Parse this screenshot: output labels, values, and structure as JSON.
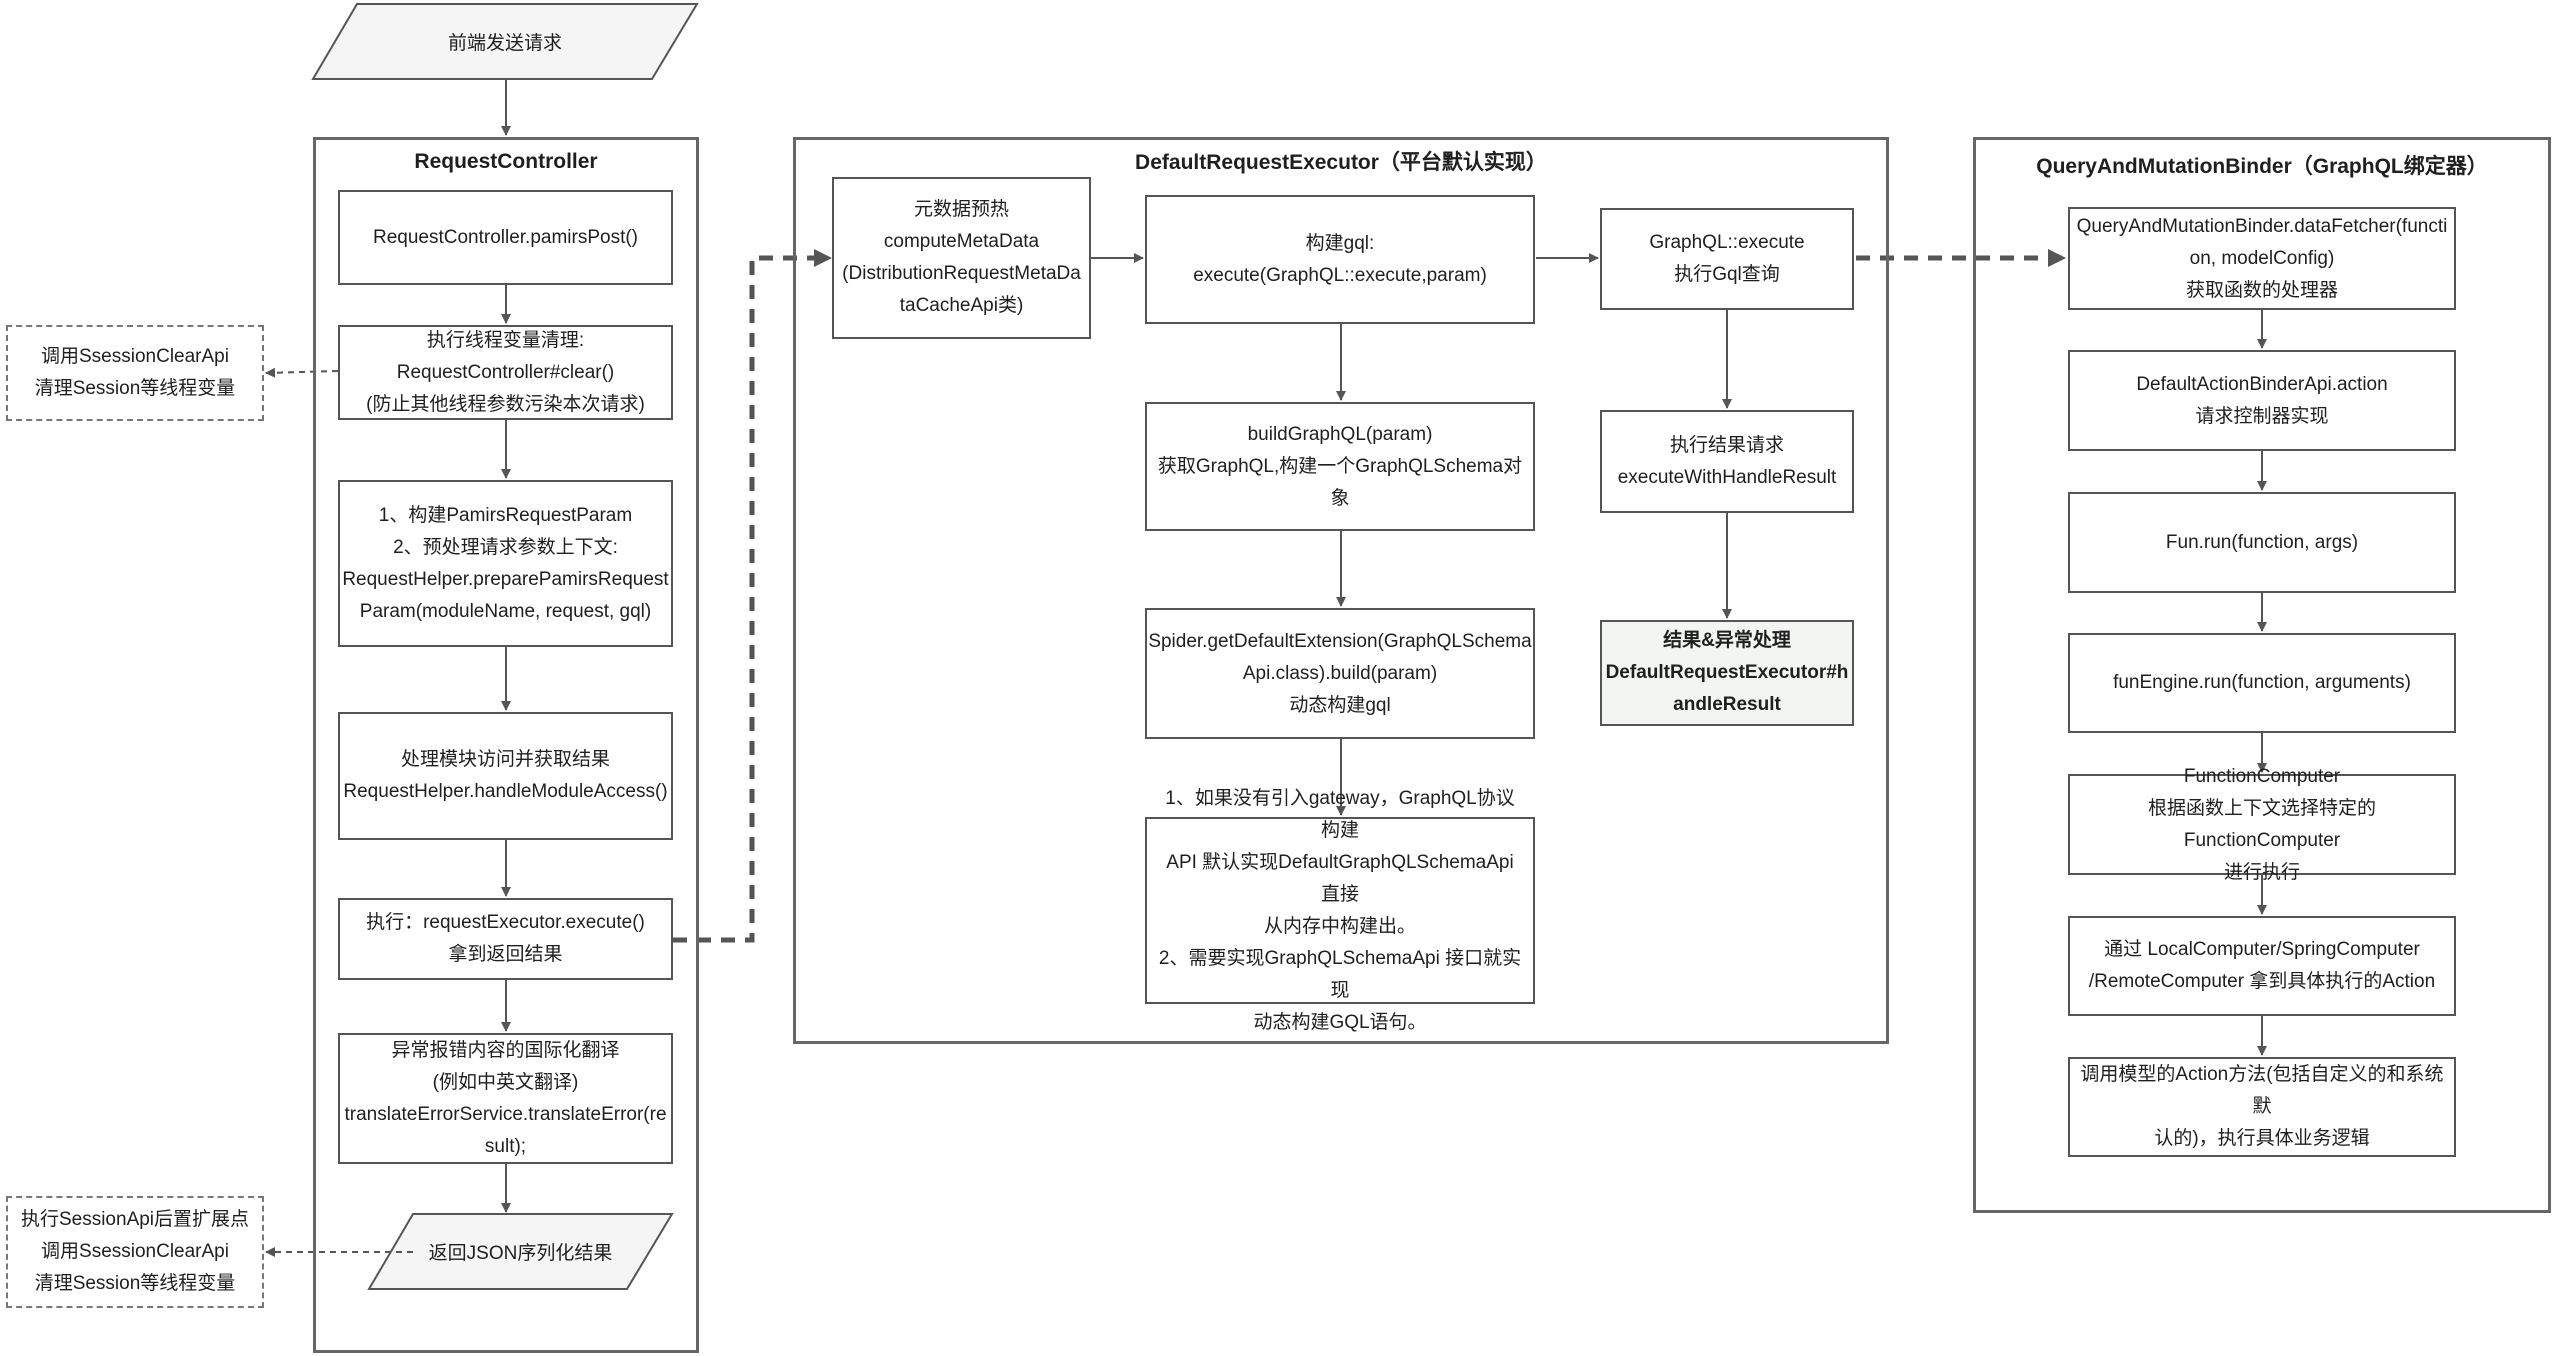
{
  "start": "前端发送请求",
  "end": "返回JSON序列化结果",
  "containers": {
    "controller": "RequestController",
    "executor": "DefaultRequestExecutor（平台默认实现）",
    "binder": "QueryAndMutationBinder（GraphQL绑定器）"
  },
  "controller_steps": [
    "RequestController.pamirsPost()",
    "执行线程变量清理:\nRequestController#clear()\n(防止其他线程参数污染本次请求)",
    "1、构建PamirsRequestParam\n2、预处理请求参数上下文:\nRequestHelper.preparePamirsRequest\nParam(moduleName, request, gql)",
    "处理模块访问并获取结果\nRequestHelper.handleModuleAccess()",
    "执行：requestExecutor.execute()\n拿到返回结果",
    "异常报错内容的国际化翻译\n(例如中英文翻译)\ntranslateErrorService.translateError(re\nsult);"
  ],
  "notes": {
    "clear": "调用SsessionClearApi\n清理Session等线程变量",
    "post": "执行SessionApi后置扩展点\n调用SsessionClearApi\n清理Session等线程变量"
  },
  "executor_steps": {
    "meta": "元数据预热\ncomputeMetaData\n(DistributionRequestMetaDa\ntaCacheApi类)",
    "build_gql": "构建gql:\nexecute(GraphQL::execute,param)",
    "gql_execute": "GraphQL::execute\n执行Gql查询",
    "build_graphql": "buildGraphQL(param)\n获取GraphQL,构建一个GraphQLSchema对象",
    "spider": "Spider.getDefaultExtension(GraphQLSchema\nApi.class).build(param)\n动态构建gql",
    "gateway": "1、如果没有引入gateway，GraphQL协议构建\nAPI 默认实现DefaultGraphQLSchemaApi直接\n从内存中构建出。\n2、需要实现GraphQLSchemaApi 接口就实现\n动态构建GQL语句。",
    "exec_result": "执行结果请求\nexecuteWithHandleResult",
    "handle_result": "结果&异常处理\nDefaultRequestExecutor#h\nandleResult"
  },
  "binder_steps": [
    "QueryAndMutationBinder.dataFetcher(functi\non, modelConfig)\n获取函数的处理器",
    "DefaultActionBinderApi.action\n请求控制器实现",
    "Fun.run(function, args)",
    "funEngine.run(function, arguments)",
    "FunctionComputer\n根据函数上下文选择特定的FunctionComputer\n进行执行",
    "通过 LocalComputer/SpringComputer\n/RemoteComputer 拿到具体执行的Action",
    "调用模型的Action方法(包括自定义的和系统默\n认的)，执行具体业务逻辑"
  ]
}
